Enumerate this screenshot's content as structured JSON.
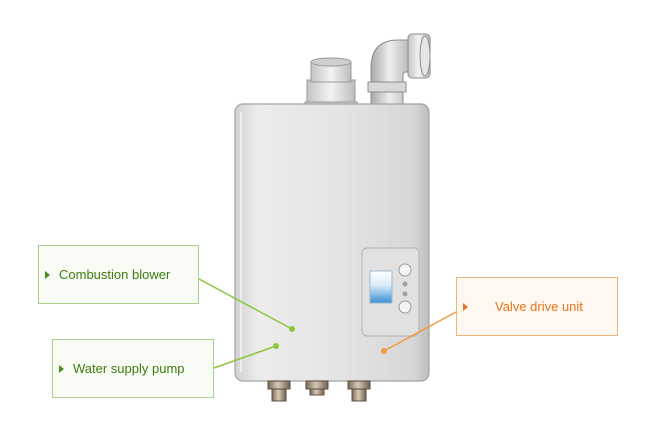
{
  "callouts": {
    "combustion_blower": "Combustion blower",
    "water_supply_pump": "Water supply pump",
    "valve_drive_unit": "Valve drive unit"
  },
  "colors": {
    "green_text": "#3f7a12",
    "green_border": "#a9d08e",
    "orange_text": "#e8741c",
    "orange_line": "#f39a3c"
  },
  "icons": [
    "triangle-bullet-icon"
  ]
}
